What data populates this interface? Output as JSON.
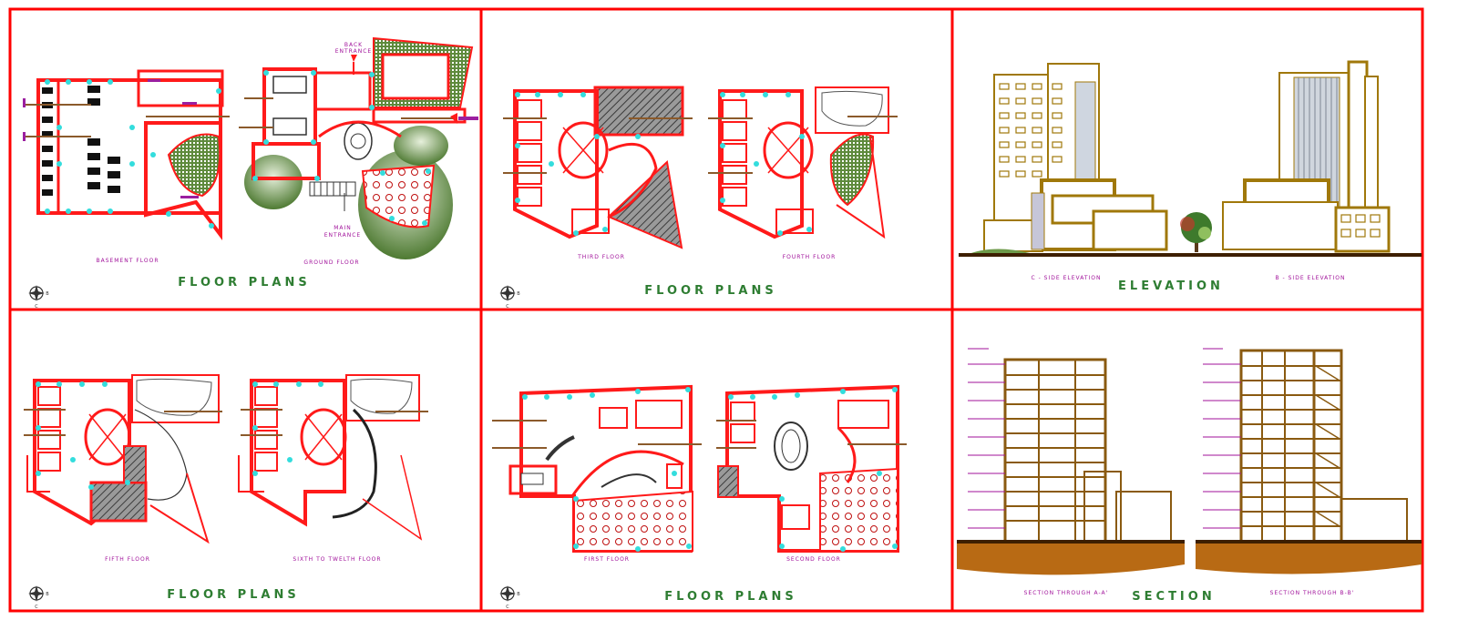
{
  "colors": {
    "frame": "#ff0000",
    "wall": "#ff1a1a",
    "title": "#2e7d32",
    "label": "#a0109a",
    "column": "#33dddd",
    "elevation": "#a0780a",
    "ground": "#3d1f00",
    "soil": "#b86a14",
    "lawn": "#6d9a4a",
    "tag": "#9b1fa0",
    "hatch": "#555555"
  },
  "panels": [
    {
      "title": "FLOOR PLANS",
      "drawings": [
        {
          "label": "BASEMENT FLOOR"
        },
        {
          "label": "GROUND FLOOR"
        }
      ],
      "notes": [
        {
          "text": "BACK"
        },
        {
          "text": "ENTRANCE"
        },
        {
          "text": "MAIN"
        },
        {
          "text": "ENTRANCE"
        }
      ]
    },
    {
      "title": "FLOOR PLANS",
      "drawings": [
        {
          "label": "THIRD FLOOR"
        },
        {
          "label": "FOURTH FLOOR"
        }
      ]
    },
    {
      "title": "ELEVATION",
      "drawings": [
        {
          "label": "C - SIDE ELEVATION"
        },
        {
          "label": "B - SIDE ELEVATION"
        }
      ]
    },
    {
      "title": "FLOOR PLANS",
      "drawings": [
        {
          "label": "FIFTH FLOOR"
        },
        {
          "label": "SIXTH TO TWELTH FLOOR"
        }
      ]
    },
    {
      "title": "FLOOR PLANS",
      "drawings": [
        {
          "label": "FIRST FLOOR"
        },
        {
          "label": "SECOND FLOOR"
        }
      ]
    },
    {
      "title": "SECTION",
      "drawings": [
        {
          "label": "SECTION THROUGH A-A'"
        },
        {
          "label": "SECTION THROUGH B-B'"
        }
      ]
    }
  ],
  "north_arrow": {
    "letters": [
      "C",
      "B"
    ]
  }
}
